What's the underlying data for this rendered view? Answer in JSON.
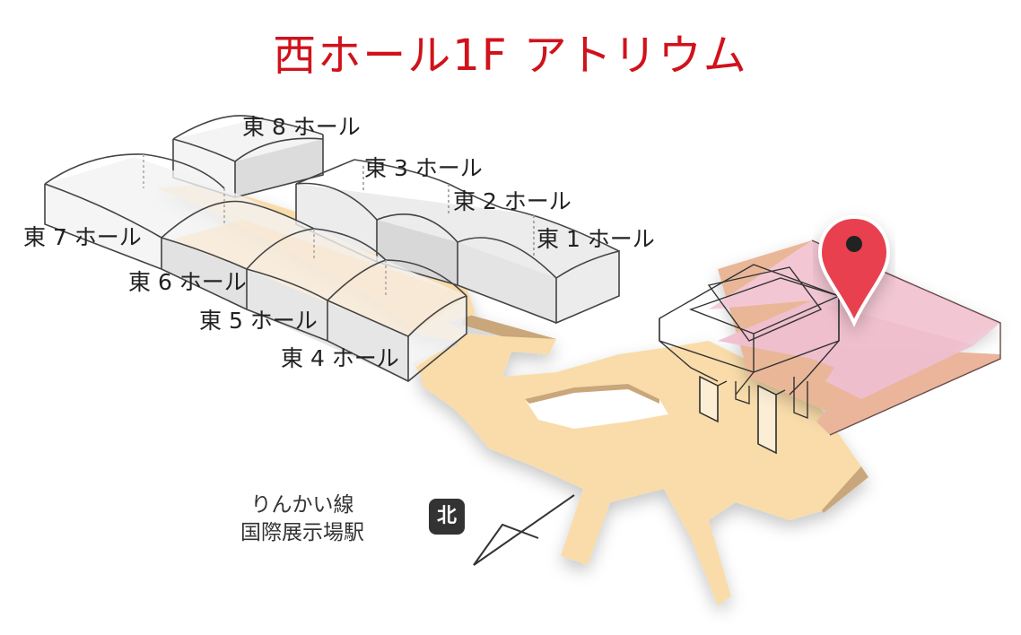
{
  "title": "西ホール1F アトリウム",
  "halls": {
    "east8": "東 8 ホール",
    "east3": "東 3 ホール",
    "east2": "東 2 ホール",
    "east1": "東 1 ホール",
    "east7": "東 7 ホール",
    "east6": "東 6 ホール",
    "east5": "東 5 ホール",
    "east4": "東 4 ホール"
  },
  "station": {
    "line1": "りんかい線",
    "line2": "国際展示場駅"
  },
  "north_badge": "北",
  "marker_icon": "map-pin-icon",
  "colors": {
    "title": "#d0121b",
    "floor": "#f9dcaa",
    "floor_shadow": "#c9a77a",
    "highlight": "#f2c6d6",
    "highlight_shadow": "#e9b797",
    "marker": "#e8404f"
  }
}
